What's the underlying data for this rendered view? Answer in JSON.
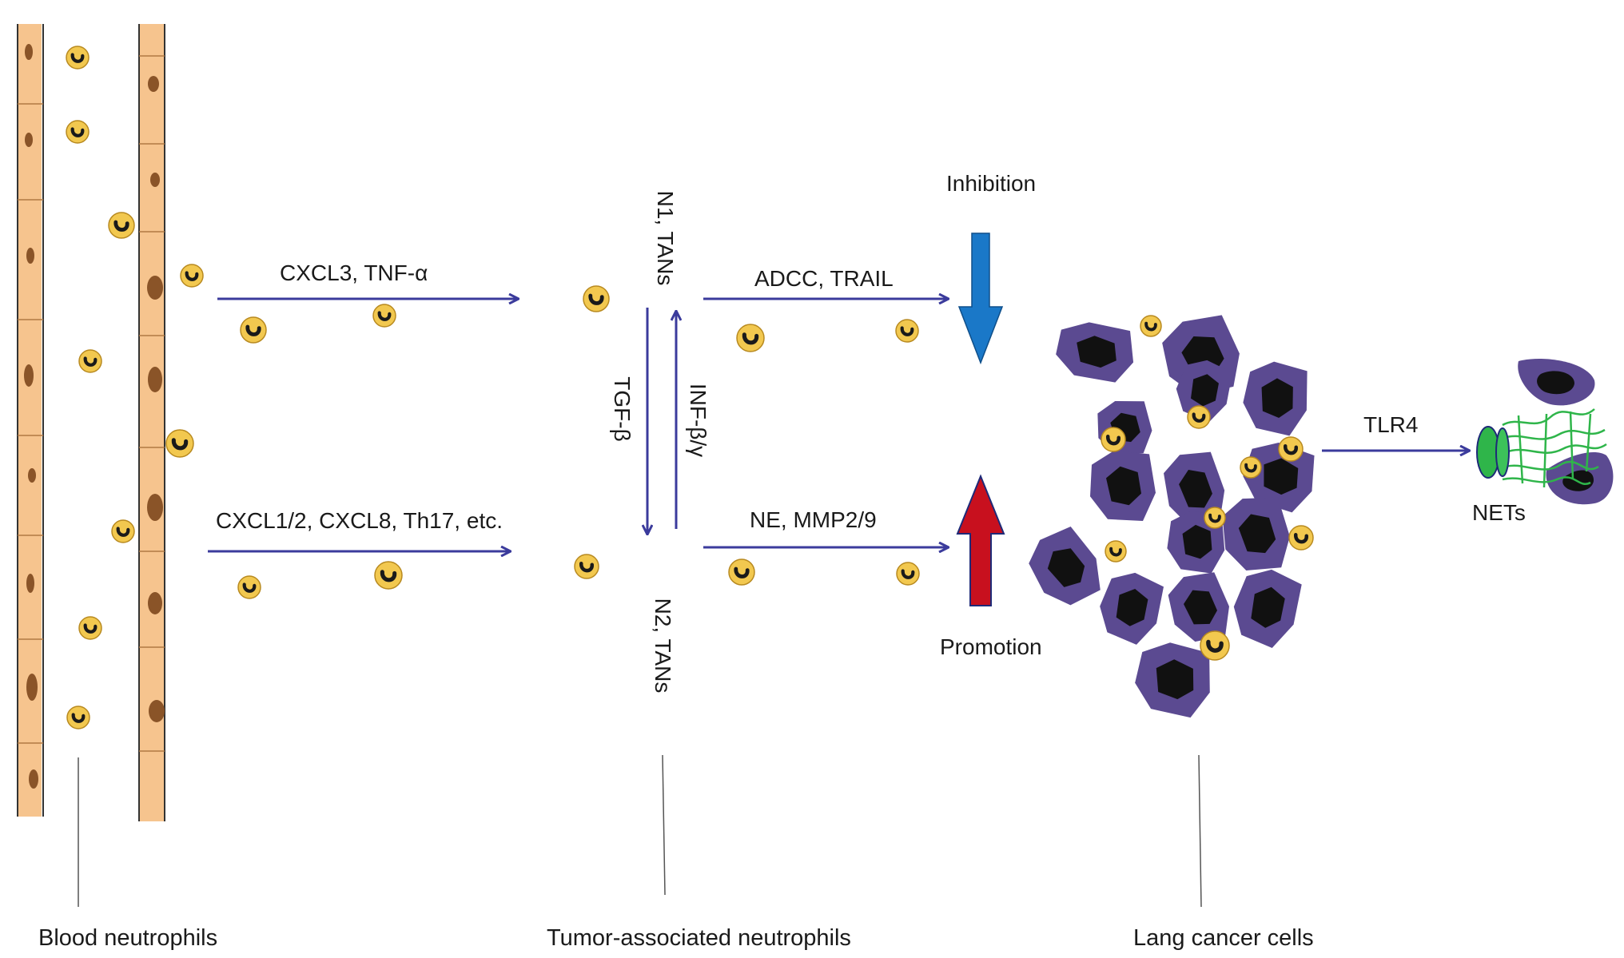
{
  "labels": {
    "blood_flow_factors": "CXCL3, TNF-α",
    "recruit_factors": "CXCL1/2, CXCL8, Th17, etc.",
    "n1_tans": "N1,   TANs",
    "n2_tans": "N2,   TANs",
    "to_n2": "TGF-β",
    "to_n1": "INF-β/γ",
    "n1_effect": "ADCC, TRAIL",
    "n2_effect": "NE,   MMP2/9",
    "inhibition": "Inhibition",
    "promotion": "Promotion",
    "tlr4": "TLR4",
    "nets": "NETs"
  },
  "captions": {
    "blood": "Blood neutrophils",
    "tumor": "Tumor-associated neutrophils",
    "cancer": "Lang cancer cells"
  },
  "colors": {
    "arrow": "#3b3b9c",
    "inhibition_arrow": "#1a78c8",
    "promotion_arrow": "#c8101e",
    "neutrophil": "#f2c84f",
    "neutrophil_nucleus": "#1a1a1a",
    "cancer_cell": "#5b4a91",
    "cancer_nucleus": "#111111",
    "vessel": "#f6c48e",
    "vessel_nucleus": "#8a5428",
    "net_fibers": "#2fb54a"
  }
}
